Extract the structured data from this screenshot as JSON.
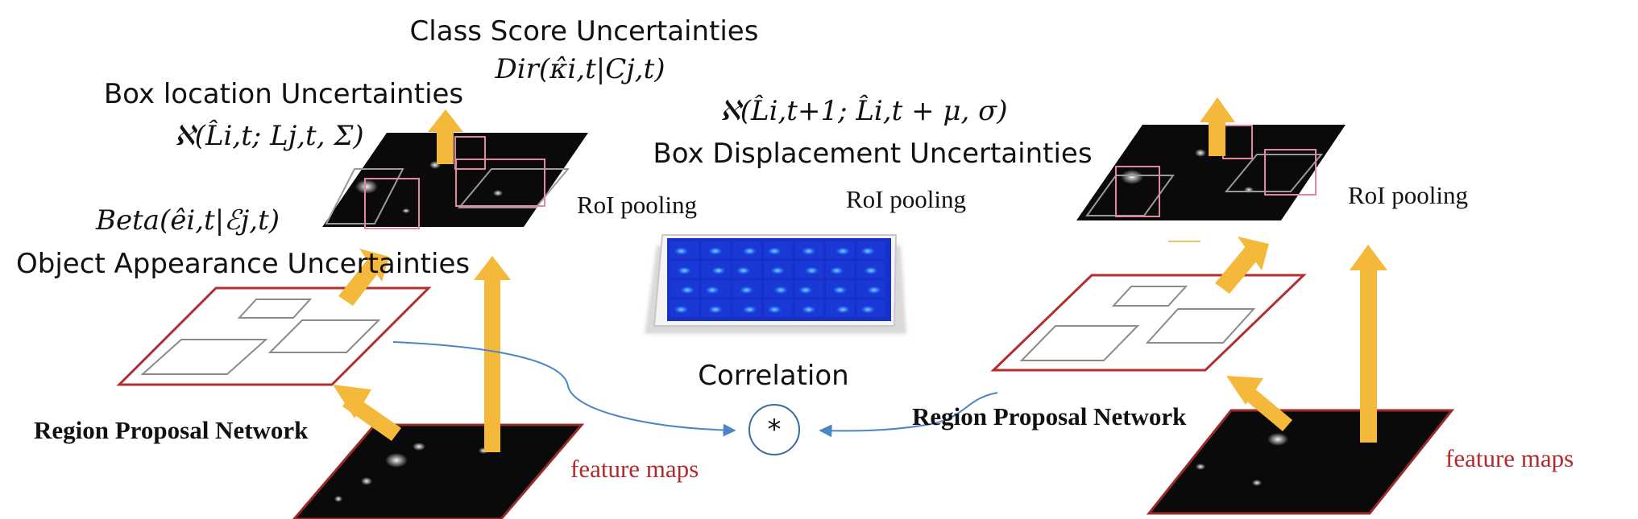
{
  "labels": {
    "class_score_title": "Class Score Uncertainties",
    "class_score_formula": "Dir(κ̂i,t|Cj,t)",
    "box_location_title": "Box location Uncertainties",
    "box_location_formula": "ℵ(L̂i,t; Lj,t, Σ)",
    "object_appearance_formula": "Beta(êi,t|ℰj,t)",
    "object_appearance_title": "Object Appearance Uncertainties",
    "box_displacement_formula": "ℵ(L̂i,t+1; L̂i,t + μ, σ)",
    "box_displacement_title": "Box Displacement Uncertainties",
    "roi_pooling_left": "RoI pooling",
    "roi_pooling_center": "RoI pooling",
    "roi_pooling_right": "RoI pooling",
    "correlation": "Correlation",
    "correlation_symbol": "*",
    "rpn_left": "Region Proposal Network",
    "rpn_right": "Region Proposal Network",
    "feature_maps_left": "feature maps",
    "feature_maps_right": "feature maps"
  },
  "colors": {
    "arrow": "#f4b93a",
    "feature_map_fill": "#0a0a0a",
    "feature_map_border": "#9b2a2a",
    "proposal_border": "#b03030",
    "box_pink": "#e28a9c",
    "connector": "#4a86c5",
    "heatmap_bg": "#1730c8"
  }
}
